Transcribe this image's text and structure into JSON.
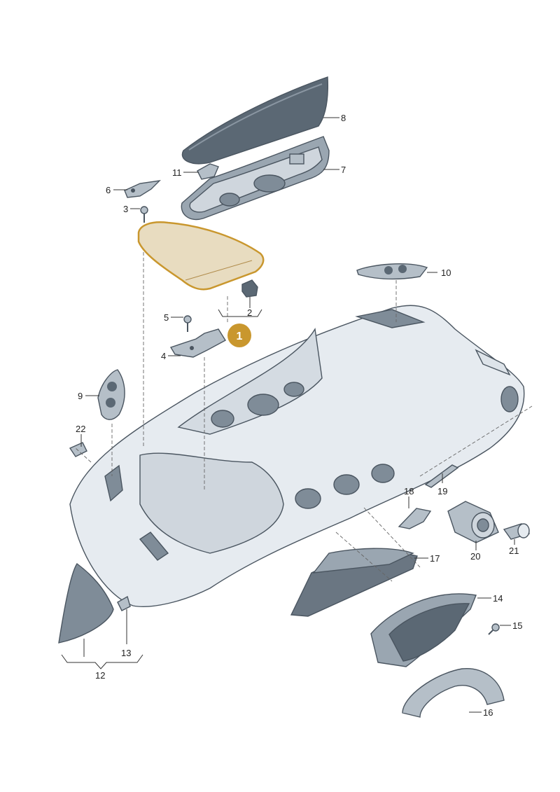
{
  "callouts": [
    {
      "id": "8",
      "text": "8"
    },
    {
      "id": "7",
      "text": "7"
    },
    {
      "id": "11",
      "text": "11"
    },
    {
      "id": "6",
      "text": "6"
    },
    {
      "id": "3",
      "text": "3"
    },
    {
      "id": "2",
      "text": "2"
    },
    {
      "id": "10",
      "text": "10"
    },
    {
      "id": "5",
      "text": "5"
    },
    {
      "id": "4",
      "text": "4"
    },
    {
      "id": "9",
      "text": "9"
    },
    {
      "id": "22",
      "text": "22"
    },
    {
      "id": "19",
      "text": "19"
    },
    {
      "id": "18",
      "text": "18"
    },
    {
      "id": "20",
      "text": "20"
    },
    {
      "id": "21",
      "text": "21"
    },
    {
      "id": "17",
      "text": "17"
    },
    {
      "id": "14",
      "text": "14"
    },
    {
      "id": "15",
      "text": "15"
    },
    {
      "id": "13",
      "text": "13"
    },
    {
      "id": "12",
      "text": "12"
    },
    {
      "id": "16",
      "text": "16"
    }
  ],
  "highlight": {
    "label": "1",
    "color": "#c9972e",
    "part_fill": "#e8dcc0",
    "part_stroke": "#c9972e"
  },
  "colors": {
    "outline": "#4a5560",
    "dark_part": "#5b6874",
    "dash_body": "#e6ebf0"
  }
}
